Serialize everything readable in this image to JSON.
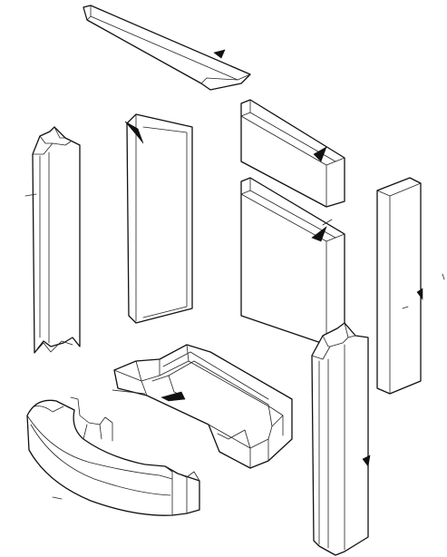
{
  "diagram": {
    "style": "exploded isometric line drawing",
    "colors": {
      "background": "#ffffff",
      "line": "#111111"
    },
    "parts": [
      {
        "id": "top-slab",
        "icon": "slab-icon"
      },
      {
        "id": "left-jamb",
        "icon": "jamb-icon"
      },
      {
        "id": "center-panel",
        "icon": "panel-icon"
      },
      {
        "id": "upper-block",
        "icon": "block-icon"
      },
      {
        "id": "lower-block",
        "icon": "block-icon"
      },
      {
        "id": "right-panel",
        "icon": "panel-icon"
      },
      {
        "id": "base-frame",
        "icon": "frame-icon"
      },
      {
        "id": "curved-base",
        "icon": "curved-base-icon"
      },
      {
        "id": "right-jamb",
        "icon": "jamb-icon"
      }
    ]
  }
}
